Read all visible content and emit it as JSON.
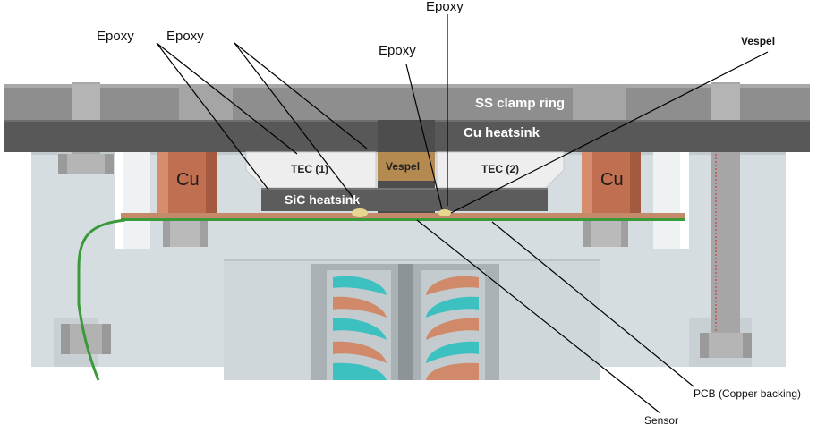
{
  "labels": {
    "epoxy_1": "Epoxy",
    "epoxy_2": "Epoxy",
    "epoxy_3": "Epoxy",
    "epoxy_4": "Epoxy",
    "vespel_callout": "Vespel",
    "ss_clamp_ring": "SS clamp ring",
    "cu_heatsink": "Cu heatsink",
    "tec_1": "TEC (1)",
    "vespel_block": "Vespel",
    "tec_2": "TEC (2)",
    "cu_left": "Cu",
    "cu_right": "Cu",
    "sic_heatsink": "SiC heatsink",
    "pcb": "PCB (Copper backing)",
    "sensor": "Sensor"
  },
  "colors": {
    "housing": "#d5dde0",
    "clamp_ring": "#8e8e8e",
    "cu_heatsink": "#585858",
    "tec": "#eeeeee",
    "vespel": "#b58a50",
    "copper": "#c07050",
    "sic": "#5c5c5c",
    "pcb_green": "#3a9a3a",
    "coil_teal": "#3cc0c0",
    "coil_copper": "#d08a6a"
  }
}
